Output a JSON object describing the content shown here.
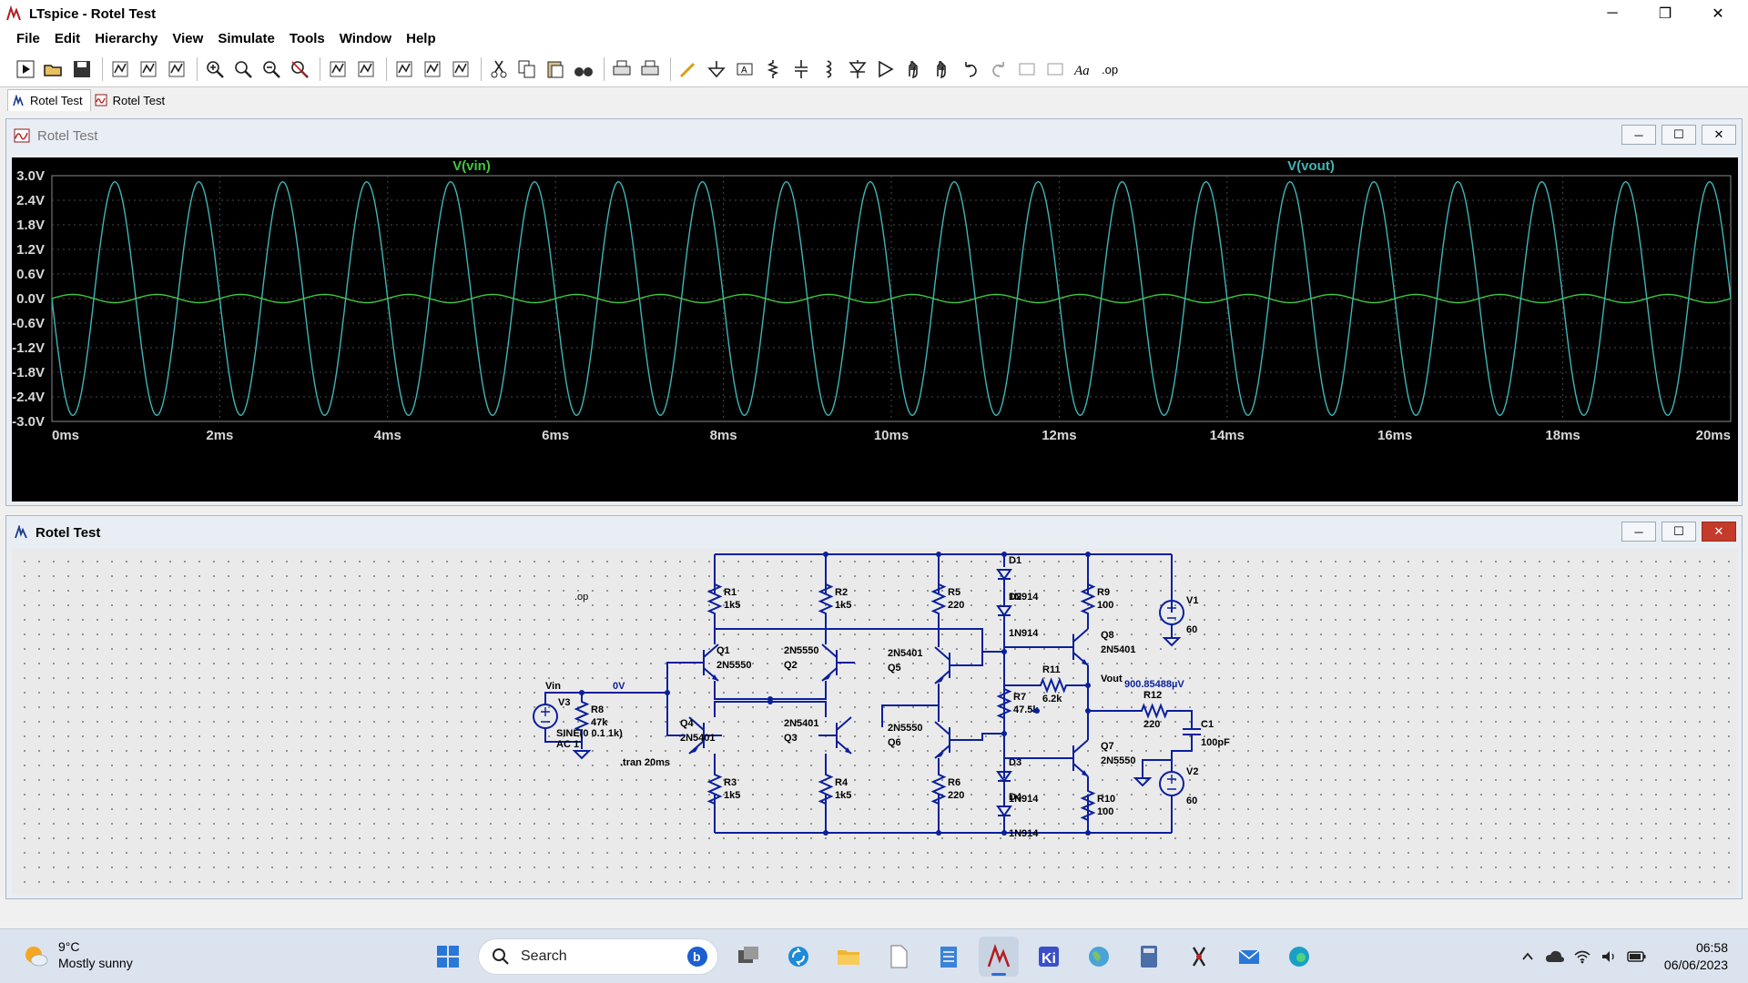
{
  "window": {
    "title": "LTspice - Rotel Test",
    "minimize": "─",
    "maximize": "❐",
    "close": "✕"
  },
  "menu": [
    "File",
    "Edit",
    "Hierarchy",
    "View",
    "Simulate",
    "Tools",
    "Window",
    "Help"
  ],
  "toolbar": {
    "groups": [
      [
        "run-icon",
        "open-icon",
        "save-icon"
      ],
      [
        "control-panel-icon",
        "halt-icon",
        "pan-icon"
      ],
      [
        "zoom-in-icon",
        "zoom-area-icon",
        "zoom-out-icon",
        "zoom-fit-icon"
      ],
      [
        "autorange-icon",
        "fit-data-icon"
      ],
      [
        "tile-horizontal-icon",
        "cascade-icon",
        "tile-vertical-icon"
      ],
      [
        "cut-icon",
        "copy-icon",
        "paste-icon",
        "find-icon"
      ],
      [
        "print-icon",
        "print-setup-icon"
      ],
      [
        "draw-wire-icon",
        "ground-icon",
        "label-net-icon",
        "resistor-icon",
        "capacitor-icon",
        "inductor-icon",
        "diode-icon",
        "component-icon",
        "move-icon",
        "drag-icon",
        "undo-icon",
        "redo-icon",
        "rotate-icon",
        "mirror-icon",
        "text-icon",
        "spice-directive-icon"
      ]
    ],
    "text_glyph": "Aa",
    "op_glyph": ".op"
  },
  "tabs": [
    {
      "label": "Rotel Test",
      "kind": "schematic",
      "active": true
    },
    {
      "label": "Rotel Test",
      "kind": "waveform",
      "active": false
    }
  ],
  "waveform_window": {
    "title": "Rotel Test",
    "buttons": {
      "min": "─",
      "max": "☐",
      "close": "✕"
    },
    "chart_data": {
      "type": "line",
      "series": [
        {
          "name": "V(vin)",
          "color": "#3ec93e",
          "amplitude": 0.1,
          "frequency_hz": 1000,
          "phase_deg": 0
        },
        {
          "name": "V(vout)",
          "color": "#3fb6b6",
          "amplitude": 2.85,
          "frequency_hz": 1000,
          "phase_deg": 180
        }
      ],
      "y_ticks": [
        "3.0V",
        "2.4V",
        "1.8V",
        "1.2V",
        "0.6V",
        "0.0V",
        "-0.6V",
        "-1.2V",
        "-1.8V",
        "-2.4V",
        "-3.0V"
      ],
      "x_ticks": [
        "0ms",
        "2ms",
        "4ms",
        "6ms",
        "8ms",
        "10ms",
        "12ms",
        "14ms",
        "16ms",
        "18ms",
        "20ms"
      ],
      "xlim": [
        0,
        20
      ],
      "ylim": [
        -3.0,
        3.0
      ],
      "grid": true
    }
  },
  "schematic_window": {
    "title": "Rotel Test",
    "buttons": {
      "min": "─",
      "max": "☐",
      "close": "✕"
    },
    "directives": [
      ".op",
      ".tran 20ms"
    ],
    "nets": [
      "Vin",
      "0V",
      "Vout",
      "900.85488µV"
    ],
    "source_vin": {
      "name": "V3",
      "line1": "SINE(0 0.1 1k)",
      "line2": "AC 1"
    },
    "components": [
      {
        "ref": "R1",
        "value": "1k5"
      },
      {
        "ref": "R2",
        "value": "1k5"
      },
      {
        "ref": "R3",
        "value": "1k5"
      },
      {
        "ref": "R4",
        "value": "1k5"
      },
      {
        "ref": "R5",
        "value": "220"
      },
      {
        "ref": "R6",
        "value": "220"
      },
      {
        "ref": "R7",
        "value": "47.5k"
      },
      {
        "ref": "R8",
        "value": "47k"
      },
      {
        "ref": "R9",
        "value": "100"
      },
      {
        "ref": "R10",
        "value": "100"
      },
      {
        "ref": "R11",
        "value": "6.2k"
      },
      {
        "ref": "R12",
        "value": "220"
      },
      {
        "ref": "C1",
        "value": "100pF"
      },
      {
        "ref": "Q1",
        "value": "2N5550"
      },
      {
        "ref": "Q2",
        "value": "2N5550"
      },
      {
        "ref": "Q3",
        "value": "2N5401"
      },
      {
        "ref": "Q4",
        "value": "2N5401"
      },
      {
        "ref": "Q5",
        "value": "2N5401"
      },
      {
        "ref": "Q6",
        "value": "2N5550"
      },
      {
        "ref": "Q7",
        "value": "2N5550"
      },
      {
        "ref": "Q8",
        "value": "2N5401"
      },
      {
        "ref": "D1",
        "value": "1N914"
      },
      {
        "ref": "D2",
        "value": "1N914"
      },
      {
        "ref": "D3",
        "value": "1N914"
      },
      {
        "ref": "D4",
        "value": "1N914"
      },
      {
        "ref": "V1",
        "value": "60"
      },
      {
        "ref": "V2",
        "value": "60"
      }
    ]
  },
  "taskbar": {
    "weather": {
      "temp": "9°C",
      "desc": "Mostly sunny"
    },
    "search_placeholder": "Search",
    "apps": [
      "start-icon",
      "search",
      "task-view-icon",
      "app-refresh-icon",
      "file-explorer-icon",
      "files-icon",
      "notepad-icon",
      "ltspice-icon",
      "kicad-icon",
      "earth-app-icon",
      "calculator-icon",
      "snipping-icon",
      "mail-icon",
      "edge-icon"
    ],
    "clock": {
      "time": "06:58",
      "date": "06/06/2023"
    }
  }
}
